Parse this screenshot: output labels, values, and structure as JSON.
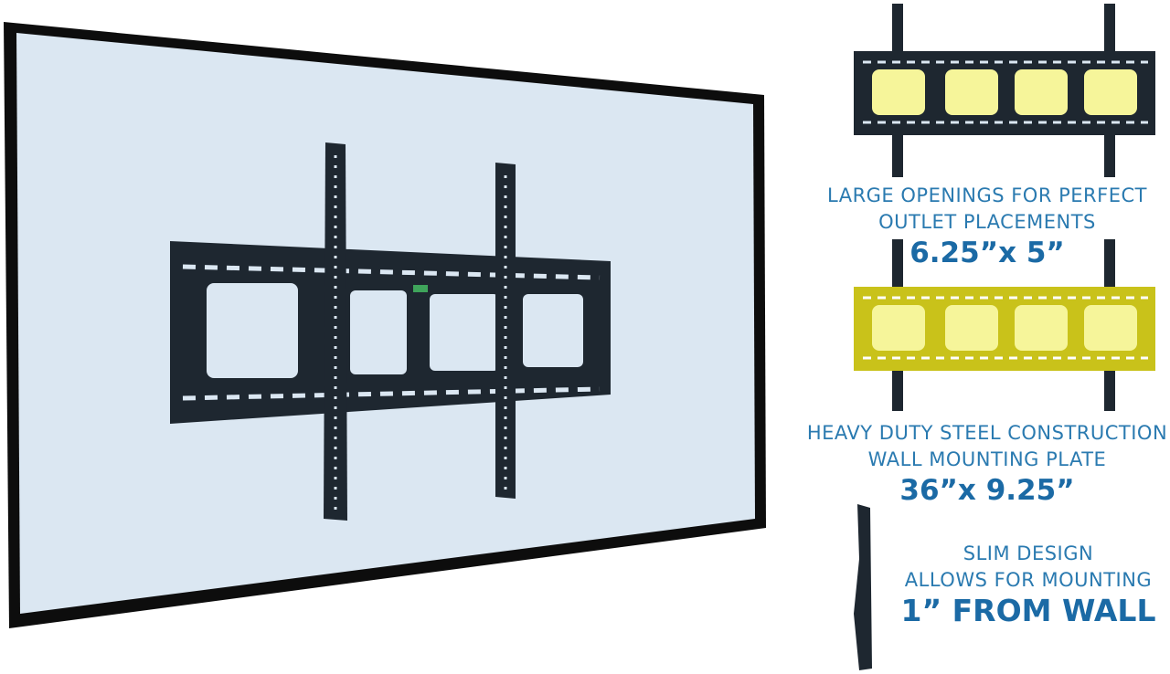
{
  "features": [
    {
      "lines": [
        "LARGE OPENINGS FOR PERFECT",
        "OUTLET PLACEMENTS"
      ],
      "dimension": "6.25”x 5”"
    },
    {
      "lines": [
        "HEAVY DUTY STEEL CONSTRUCTION",
        "WALL MOUNTING PLATE"
      ],
      "dimension": "36”x 9.25”"
    },
    {
      "lines": [
        "SLIM DESIGN",
        "ALLOWS FOR MOUNTING"
      ],
      "dimension": "1” FROM WALL"
    }
  ],
  "colors": {
    "caption_text": "#2a7ab0",
    "dimension_text": "#1b6aa5",
    "screen": "#dbe7f2",
    "mount_metal": "#1e2730",
    "highlight_openings": "#f6f59a",
    "highlight_plate": "#c9c21a"
  }
}
